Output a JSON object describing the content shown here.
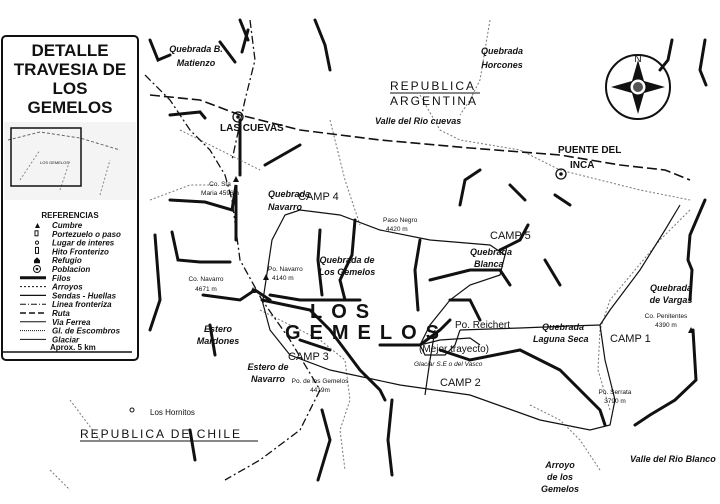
{
  "title": [
    "DETALLE",
    "TRAVESIA DE",
    "LOS",
    "GEMELOS"
  ],
  "inset_label": "LOS GEMELOS",
  "legend": {
    "heading": "REFERENCIAS",
    "items": [
      {
        "icon": "triangle-icon",
        "label": "Cumbre"
      },
      {
        "icon": "pass-icon",
        "label": "Portezuelo o paso"
      },
      {
        "icon": "circle-icon",
        "label": "Lugar de interes"
      },
      {
        "icon": "border-marker-icon",
        "label": "Hito Fronterizo"
      },
      {
        "icon": "shelter-icon",
        "label": "Refugio"
      },
      {
        "icon": "town-icon",
        "label": "Poblacion"
      },
      {
        "icon": "ridge-line-icon",
        "label": "Filos"
      },
      {
        "icon": "stream-line-icon",
        "label": "Arroyos"
      },
      {
        "icon": "trail-line-icon",
        "label": "Sendas - Huellas"
      },
      {
        "icon": "border-line-icon",
        "label": "Linea fronteriza"
      },
      {
        "icon": "road-line-icon",
        "label": "Ruta"
      },
      {
        "icon": "rail-line-icon",
        "label": "Via Ferrea"
      },
      {
        "icon": "debris-glacier-icon",
        "label": "Gl. de Escombros"
      },
      {
        "icon": "glacier-icon",
        "label": "Glaciar"
      }
    ],
    "scale": "Aprox. 5 km"
  },
  "compass": {
    "north": "N"
  },
  "countries": {
    "argentina": [
      "REPUBLICA",
      "ARGENTINA"
    ],
    "chile": "REPUBLICA DE CHILE"
  },
  "places": {
    "las_cuevas": "LAS CUEVAS",
    "puente_del_inca": [
      "PUENTE DEL",
      "INCA"
    ],
    "los_hornitos": "Los Hornitos",
    "los_gemelos": [
      "LOS",
      "GEMELOS"
    ]
  },
  "valleys": {
    "matienzo": [
      "Quebrada B.",
      "Matienzo"
    ],
    "horcones": [
      "Quebrada",
      "Horcones"
    ],
    "rio_cuevas": "Valle del Rio cuevas",
    "navarro": [
      "Quebrada",
      "Navarro"
    ],
    "de_los_gemelos": [
      "Quebrada de",
      "Los Gemelos"
    ],
    "blanca": [
      "Quebrada",
      "Blanca"
    ],
    "vargas": [
      "Quebrada",
      "de Vargas"
    ],
    "laguna_seca": [
      "Quebrada",
      "Laguna Seca"
    ],
    "mardones": [
      "Estero",
      "Mardones"
    ],
    "estero_navarro": [
      "Estero de",
      "Navarro"
    ],
    "rio_blanco": "Valle del Rio Blanco",
    "arroyo_gemelos": [
      "Arroyo",
      "de los",
      "Gemelos"
    ]
  },
  "peaks": {
    "sta_maria": [
      "Co. Sta",
      "Maria 4596m"
    ],
    "paso_negro": [
      "Paso Negro",
      "4420 m"
    ],
    "co_navarro": [
      "Co. Navarro",
      "4671 m"
    ],
    "po_navarro": [
      "Po. Navarro",
      "4140 m"
    ],
    "penitentes": [
      "Co. Penitentes",
      "4390 m"
    ],
    "reichert": "Po. Reichert",
    "po_gemelos": [
      "Po. de los Gemelos",
      "4419m"
    ],
    "serrata": [
      "Po. Serrata",
      "3790 m"
    ]
  },
  "camps": [
    "CAMP 1",
    "CAMP 2",
    "CAMP 3",
    "CAMP 4",
    "CAMP 5"
  ],
  "route_note": "(Mejor trayecto)",
  "glacier": "Glaciar S.E o del Vasco"
}
